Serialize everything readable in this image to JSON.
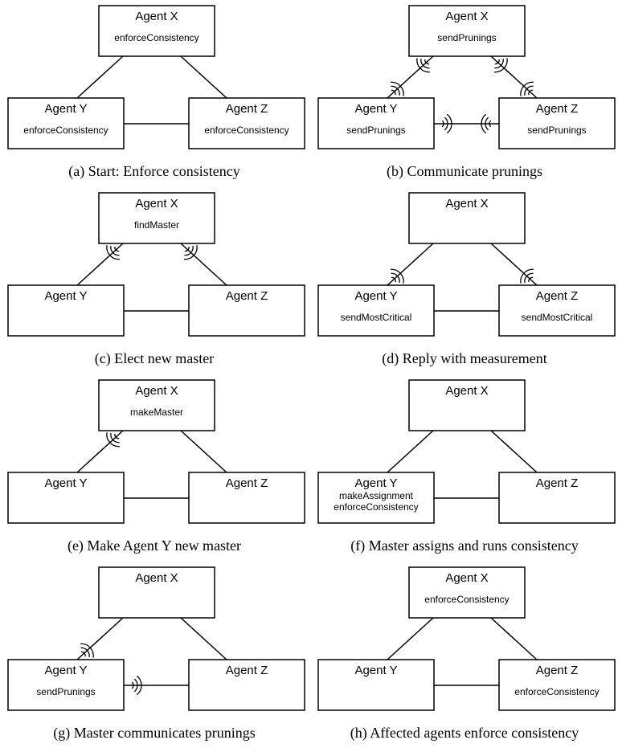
{
  "panels": [
    {
      "id": "a",
      "caption": "(a) Start: Enforce consistency",
      "agents": {
        "X": {
          "name": "Agent X",
          "actions": [
            "enforceConsistency"
          ]
        },
        "Y": {
          "name": "Agent Y",
          "actions": [
            "enforceConsistency"
          ]
        },
        "Z": {
          "name": "Agent Z",
          "actions": [
            "enforceConsistency"
          ]
        }
      },
      "messages": []
    },
    {
      "id": "b",
      "caption": "(b) Communicate prunings",
      "agents": {
        "X": {
          "name": "Agent X",
          "actions": [
            "sendPrunings"
          ]
        },
        "Y": {
          "name": "Agent Y",
          "actions": [
            "sendPrunings"
          ]
        },
        "Z": {
          "name": "Agent Z",
          "actions": [
            "sendPrunings"
          ]
        }
      },
      "messages": [
        {
          "edge": "XY",
          "from": "X"
        },
        {
          "edge": "XY",
          "from": "Y"
        },
        {
          "edge": "XZ",
          "from": "X"
        },
        {
          "edge": "XZ",
          "from": "Z"
        },
        {
          "edge": "YZ",
          "from": "Y"
        },
        {
          "edge": "YZ",
          "from": "Z"
        }
      ]
    },
    {
      "id": "c",
      "caption": "(c) Elect new master",
      "agents": {
        "X": {
          "name": "Agent X",
          "actions": [
            "findMaster"
          ]
        },
        "Y": {
          "name": "Agent Y",
          "actions": []
        },
        "Z": {
          "name": "Agent Z",
          "actions": []
        }
      },
      "messages": [
        {
          "edge": "XY",
          "from": "X"
        },
        {
          "edge": "XZ",
          "from": "X"
        }
      ]
    },
    {
      "id": "d",
      "caption": "(d) Reply with measurement",
      "agents": {
        "X": {
          "name": "Agent X",
          "actions": []
        },
        "Y": {
          "name": "Agent Y",
          "actions": [
            "sendMostCritical"
          ]
        },
        "Z": {
          "name": "Agent Z",
          "actions": [
            "sendMostCritical"
          ]
        }
      },
      "messages": [
        {
          "edge": "XY",
          "from": "Y"
        },
        {
          "edge": "XZ",
          "from": "Z"
        }
      ]
    },
    {
      "id": "e",
      "caption": "(e) Make Agent Y new master",
      "agents": {
        "X": {
          "name": "Agent X",
          "actions": [
            "makeMaster"
          ]
        },
        "Y": {
          "name": "Agent Y",
          "actions": []
        },
        "Z": {
          "name": "Agent Z",
          "actions": []
        }
      },
      "messages": [
        {
          "edge": "XY",
          "from": "X"
        }
      ]
    },
    {
      "id": "f",
      "caption": "(f) Master assigns and runs consistency",
      "agents": {
        "X": {
          "name": "Agent X",
          "actions": []
        },
        "Y": {
          "name": "Agent Y",
          "actions": [
            "makeAssignment",
            "enforceConsistency"
          ]
        },
        "Z": {
          "name": "Agent Z",
          "actions": []
        }
      },
      "messages": []
    },
    {
      "id": "g",
      "caption": "(g) Master communicates prunings",
      "agents": {
        "X": {
          "name": "Agent X",
          "actions": []
        },
        "Y": {
          "name": "Agent Y",
          "actions": [
            "sendPrunings"
          ]
        },
        "Z": {
          "name": "Agent Z",
          "actions": []
        }
      },
      "messages": [
        {
          "edge": "XY",
          "from": "Y"
        },
        {
          "edge": "YZ",
          "from": "Y"
        }
      ]
    },
    {
      "id": "h",
      "caption": "(h) Affected agents enforce consistency",
      "agents": {
        "X": {
          "name": "Agent X",
          "actions": [
            "enforceConsistency"
          ]
        },
        "Y": {
          "name": "Agent Y",
          "actions": []
        },
        "Z": {
          "name": "Agent Z",
          "actions": [
            "enforceConsistency"
          ]
        }
      },
      "messages": []
    }
  ]
}
